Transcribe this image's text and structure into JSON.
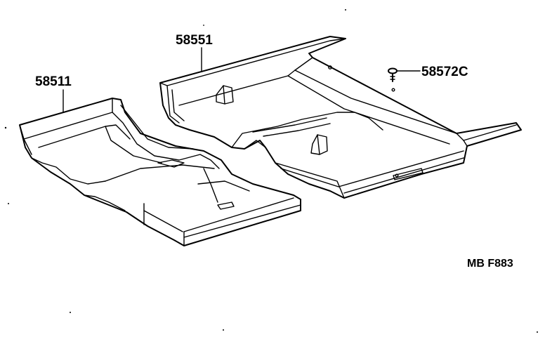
{
  "labels": {
    "front_carpet": "58511",
    "rear_carpet": "58551",
    "clip": "58572C",
    "figure_ref": "MB F883"
  }
}
